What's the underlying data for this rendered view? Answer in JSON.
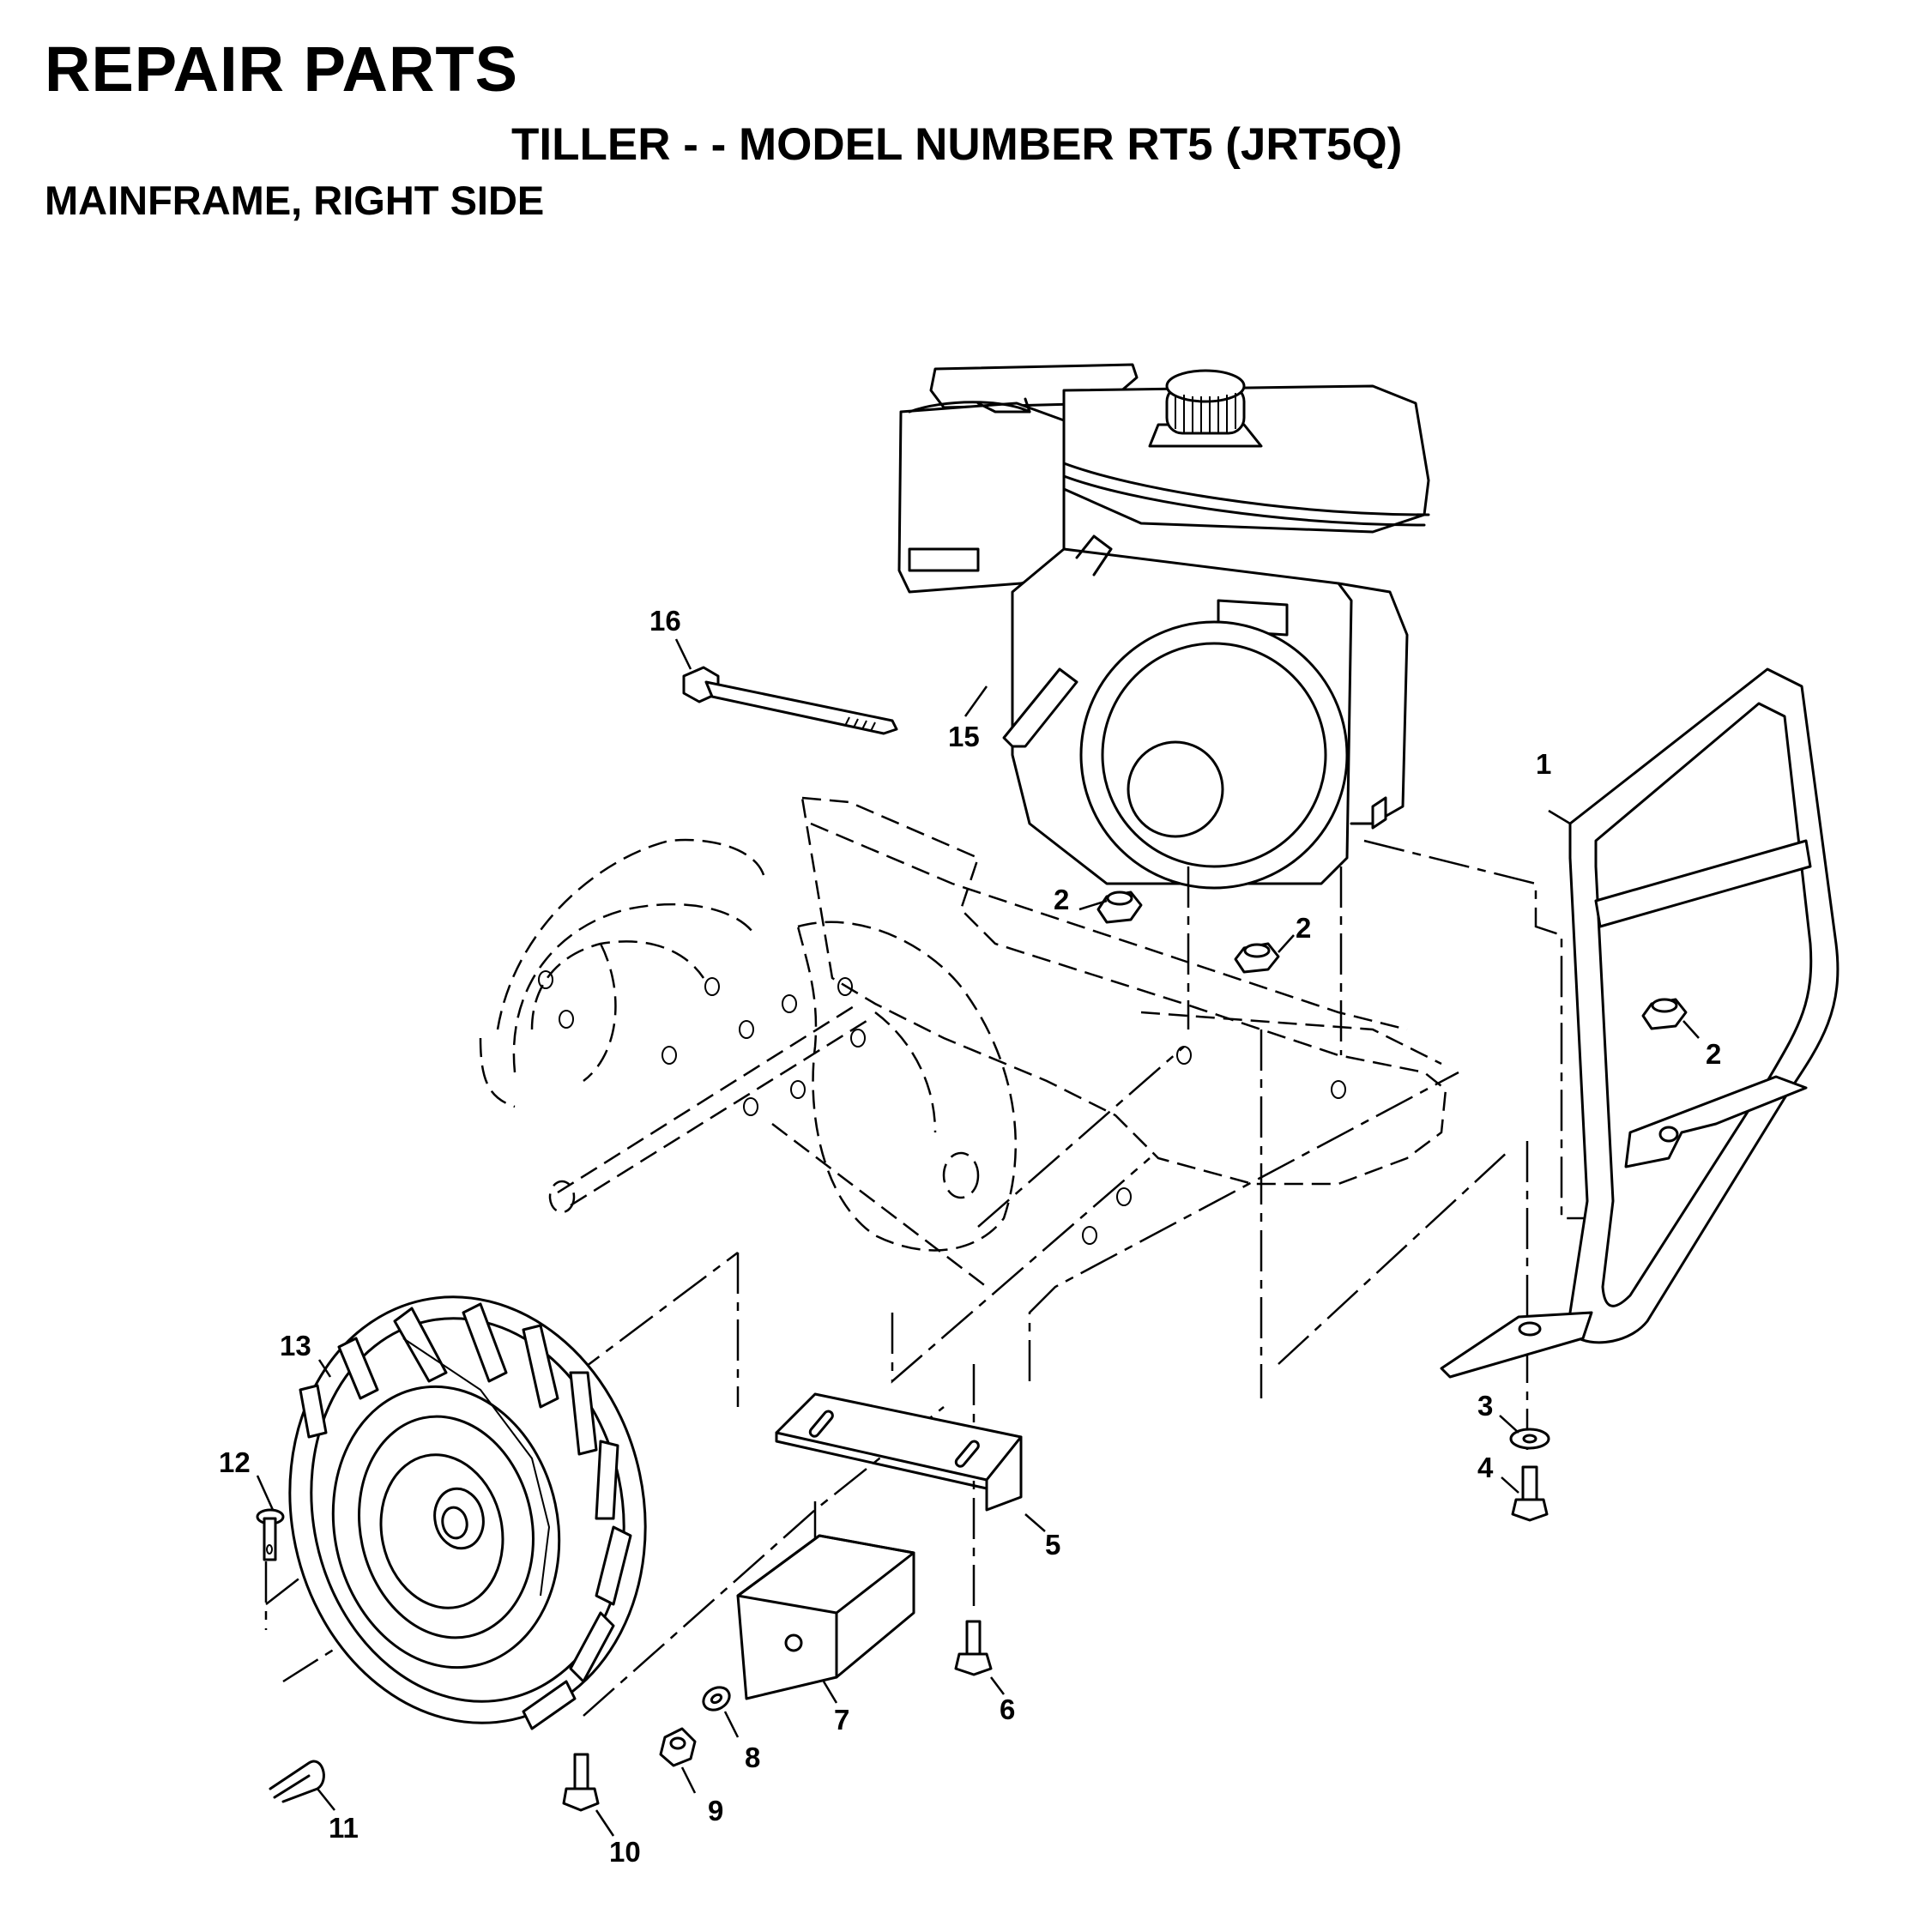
{
  "header": {
    "title": "REPAIR PARTS",
    "subtitle": "TILLER - - MODEL NUMBER RT5 (JRT5Q)",
    "section": "MAINFRAME, RIGHT SIDE"
  },
  "callouts": [
    "1",
    "2",
    "2",
    "2",
    "3",
    "4",
    "5",
    "6",
    "7",
    "8",
    "9",
    "10",
    "11",
    "12",
    "13",
    "15",
    "16"
  ]
}
